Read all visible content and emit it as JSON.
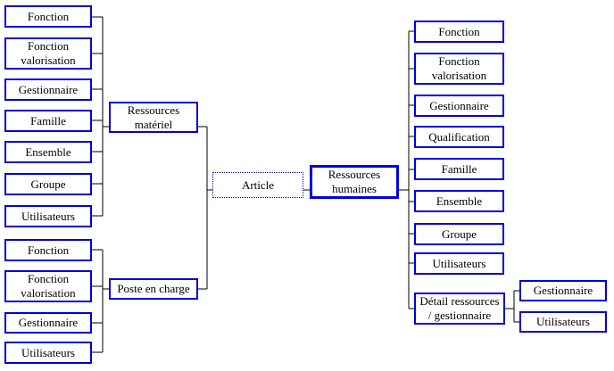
{
  "colors": {
    "box_border": "#0000e0",
    "connector": "#000000",
    "background": "#ffffff",
    "text": "#000000"
  },
  "diagram": {
    "left_top_boxes": [
      "Fonction",
      "Fonction valorisation",
      "Gestionnaire",
      "Famille",
      "Ensemble",
      "Groupe",
      "Utilisateurs"
    ],
    "left_bottom_boxes": [
      "Fonction",
      "Fonction valorisation",
      "Gestionnaire",
      "Utilisateurs"
    ],
    "hub_left": {
      "ressources_materiel": "Ressources matériel",
      "poste_en_charge": "Poste en charge"
    },
    "center": {
      "article": "Article"
    },
    "hub_right": {
      "ressources_humaines": "Ressources humaines"
    },
    "right_boxes": [
      "Fonction",
      "Fonction valorisation",
      "Gestionnaire",
      "Qualification",
      "Famille",
      "Ensemble",
      "Groupe",
      "Utilisateurs",
      "Détail ressources / gestionnaire"
    ],
    "far_right_boxes": [
      "Gestionnaire",
      "Utilisateurs"
    ]
  }
}
